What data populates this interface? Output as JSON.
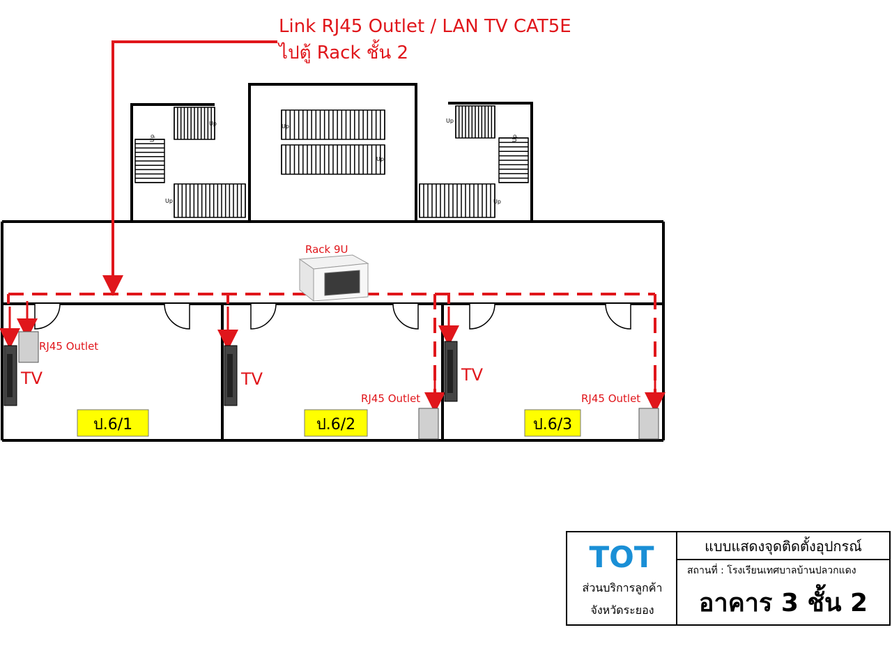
{
  "header": {
    "link_label": "Link RJ45 Outlet / LAN TV CAT5E",
    "link_sub": "ไปตู้ Rack ชั้น 2"
  },
  "rack": {
    "label": "Rack 9U"
  },
  "rooms": [
    {
      "name": "ป.6/1",
      "tv": "TV",
      "outlet": "RJ45 Outlet"
    },
    {
      "name": "ป.6/2",
      "tv": "TV",
      "outlet": "RJ45 Outlet"
    },
    {
      "name": "ป.6/3",
      "tv": "TV",
      "outlet": "RJ45 Outlet"
    }
  ],
  "stairs": {
    "up_label": "Up"
  },
  "title_block": {
    "logo": "TOT",
    "dept_line1": "ส่วนบริการลูกค้า",
    "dept_line2": "จังหวัดระยอง",
    "title": "แบบแสดงจุดติดตั้งอุปกรณ์",
    "location": "สถานที่ : โรงเรียนเทศบาลบ้านปลวกแดง",
    "building": "อาคาร 3 ชั้น 2"
  },
  "colors": {
    "cable": "#e0161b",
    "room_label_bg": "#ffff00",
    "wall": "#000000",
    "logo": "#1a8fd6"
  }
}
